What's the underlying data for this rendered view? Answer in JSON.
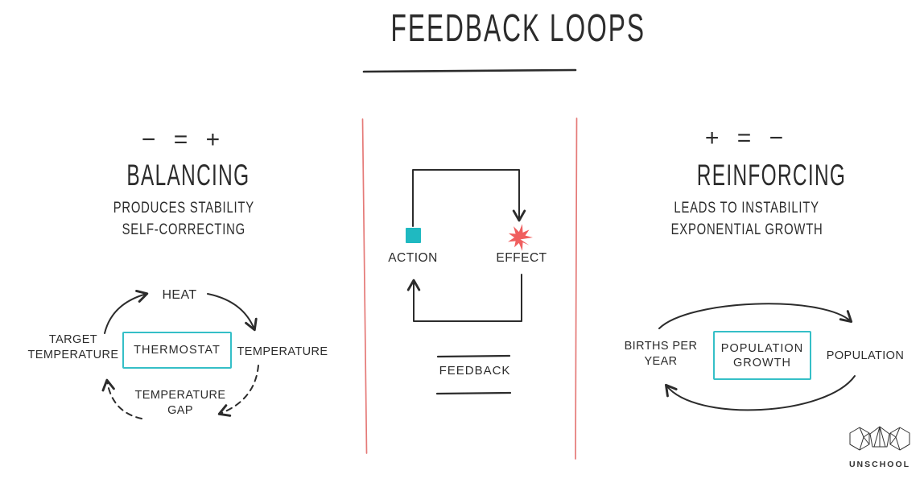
{
  "title": "FEEDBACK LOOPS",
  "sections": {
    "balancing": {
      "formula": "− = +",
      "heading": "BALANCING",
      "subtitle1": "PRODUCES STABILITY",
      "subtitle2": "SELF-CORRECTING",
      "loop": {
        "top": "HEAT",
        "left": "TARGET\nTEMPERATURE",
        "center": "THERMOSTAT",
        "right": "TEMPERATURE",
        "bottom": "TEMPERATURE\nGAP"
      }
    },
    "core": {
      "action": "ACTION",
      "effect": "EFFECT",
      "caption": "FEEDBACK"
    },
    "reinforcing": {
      "formula": "+ = −",
      "heading": "REINFORCING",
      "subtitle1": "LEADS TO INSTABILITY",
      "subtitle2": "EXPONENTIAL GROWTH",
      "loop": {
        "left": "BIRTHS PER\nYEAR",
        "center": "POPULATION\nGROWTH",
        "right": "POPULATION"
      }
    }
  },
  "logo": {
    "text": "UNSCHOOL"
  },
  "colors": {
    "ink": "#2c2c2c",
    "teal": "#1fb9c1",
    "coral": "#f05f5f",
    "separator": "#e57a78"
  }
}
